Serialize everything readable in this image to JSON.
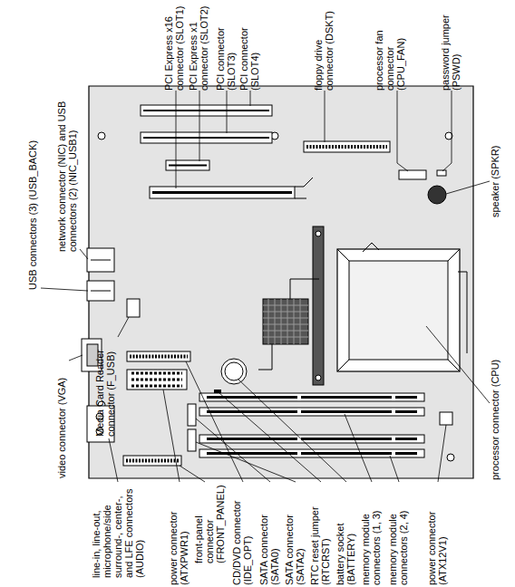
{
  "diagram": {
    "labels": [
      "PCI Express x16 connector (SLOT1)",
      "PCI Express x1 connector (SLOT2)",
      "PCI connector (SLOT3)",
      "PCI connector (SLOT4)",
      "floppy drive connector (DSKT)",
      "processor fan connector (CPU_FAN)",
      "password jumper (PSWD)",
      "speaker (SPKR)",
      "processor connector (CPU)",
      "power connector (ATX12V1)",
      "memory module connectors (2, 4)",
      "memory module connectors (1, 3)",
      "battery socket (BATTERY)",
      "RTC reset jumper (RTCRST)",
      "SATA connector (SATA2)",
      "SATA connector (SATA0)",
      "CD/DVD connector (IDE_OPT)",
      "front-panel connector (FRONT_PANEL)",
      "power connector (ATXPWR1)",
      "line-in, line-out, microphone/side surround-, center-, and LFE connectors (AUDIO)",
      "video connector (VGA)",
      "Media Card Reader connector (F_USB)",
      "USB connectors (3) (USB_BACK)",
      "network connector (NIC) and USB connectors (2) (NIC_USB1)"
    ]
  }
}
